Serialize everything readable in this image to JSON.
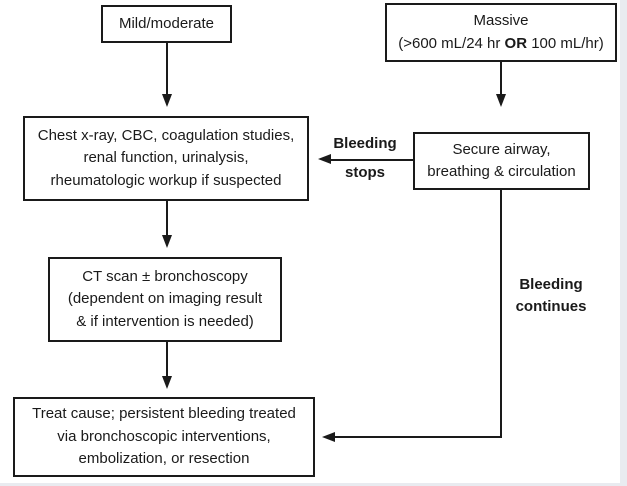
{
  "nodes": {
    "mild": {
      "label": "Mild/moderate"
    },
    "massive": {
      "line1": "Massive",
      "line2_prefix": "(>600 mL/24 hr ",
      "line2_bold": "OR",
      "line2_suffix": " 100 mL/hr)"
    },
    "chest": {
      "lines": [
        "Chest x-ray, CBC, coagulation studies,",
        "renal function, urinalysis,",
        "rheumatologic workup if suspected"
      ]
    },
    "secure": {
      "lines": [
        "Secure airway,",
        "breathing & circulation"
      ]
    },
    "ct": {
      "lines": [
        "CT scan ± bronchoscopy",
        "(dependent on imaging result",
        "& if intervention is needed)"
      ]
    },
    "treat": {
      "lines": [
        "Treat cause; persistent bleeding treated",
        "via bronchoscopic interventions,",
        "embolization, or resection"
      ]
    }
  },
  "edge_labels": {
    "bleeding_stops": {
      "line1": "Bleeding",
      "line2": "stops"
    },
    "bleeding_continues": {
      "line1": "Bleeding",
      "line2": "continues"
    }
  },
  "colors": {
    "line": "#1a1a1a",
    "box_border": "#1a1a1a",
    "background": "#ffffff",
    "page_edge": "#e9ebf0"
  }
}
